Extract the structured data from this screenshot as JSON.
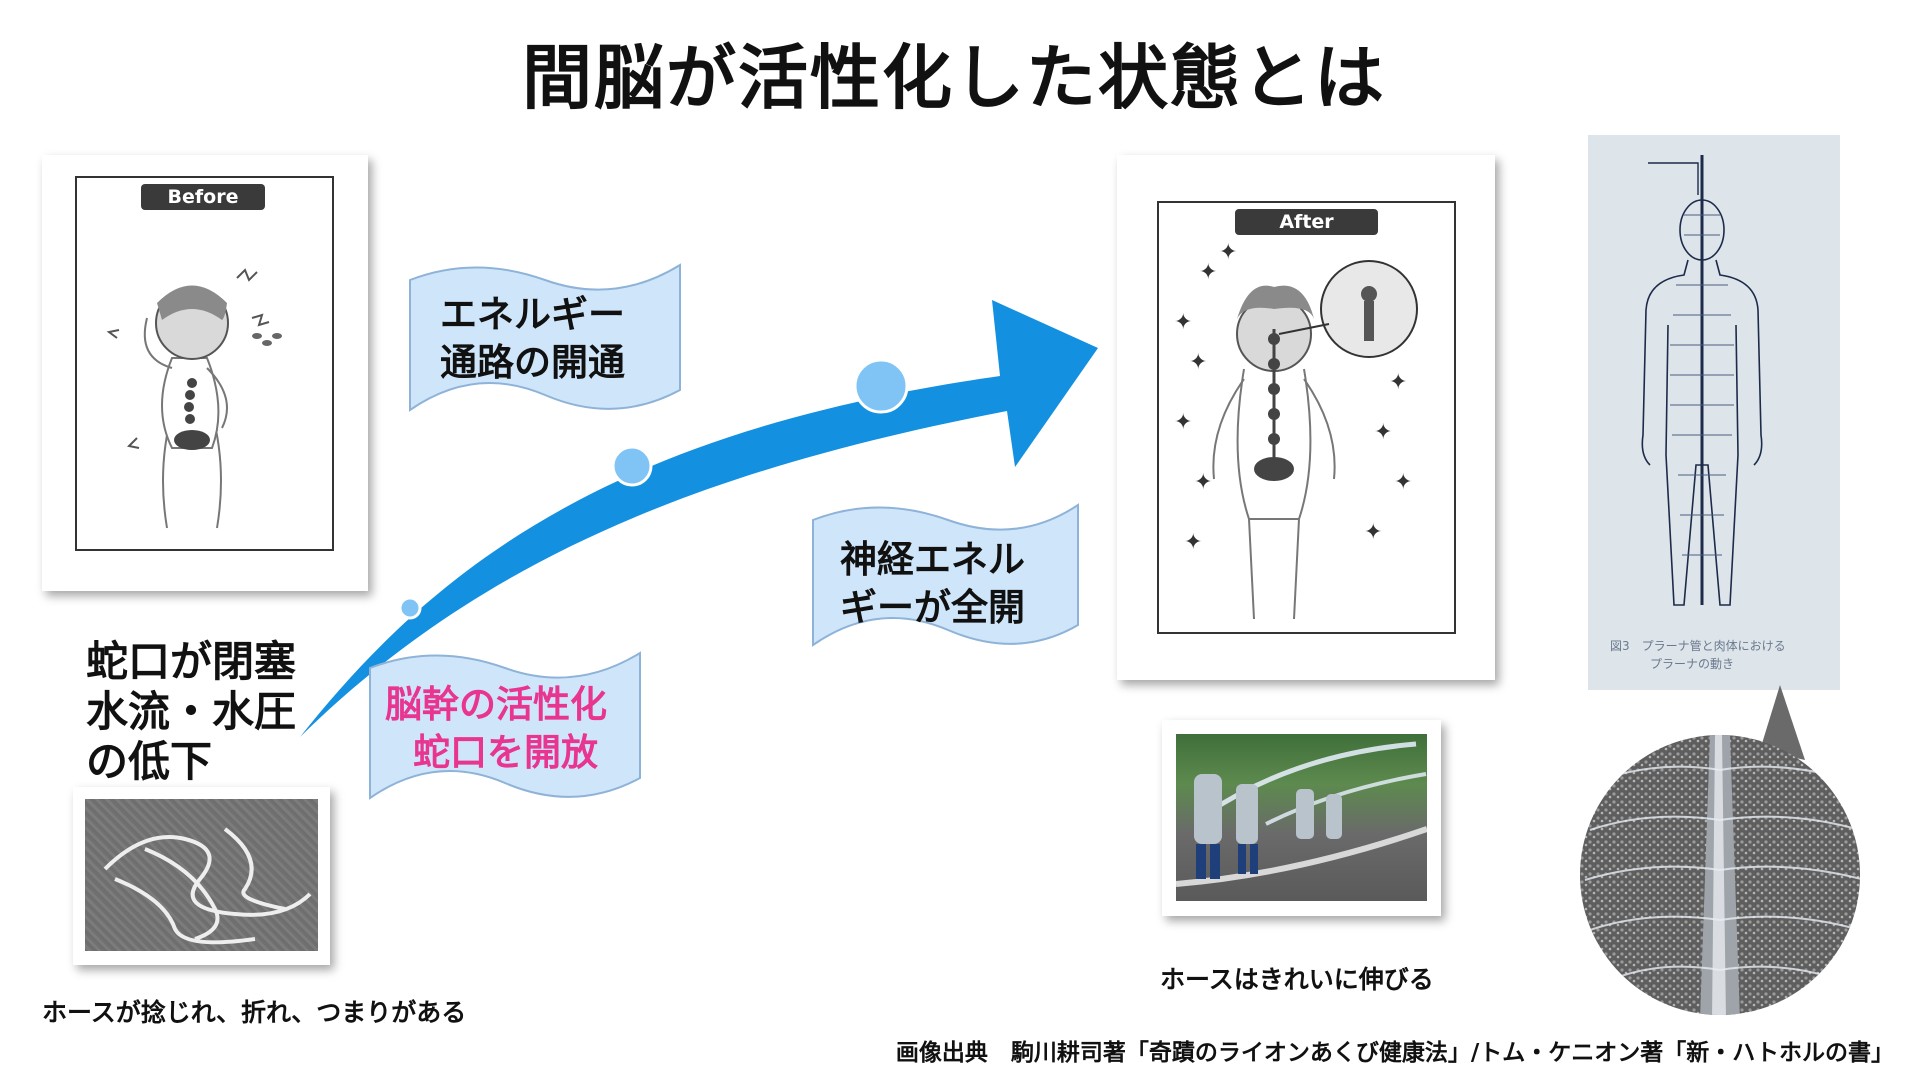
{
  "title": "間脳が活性化した状態とは",
  "before_panel": {
    "tag": "Before"
  },
  "after_panel": {
    "tag": "After"
  },
  "banners": {
    "energy_line1": "エネルギー",
    "energy_line2": "通路の開通",
    "nerve_line1": "神経エネル",
    "nerve_line2": "ギーが全開",
    "brainstem_line1": "脳幹の活性化",
    "brainstem_line2": "蛇口を開放"
  },
  "problem_text": {
    "line1": "蛇口が閉塞",
    "line2": "水流・水圧",
    "line3": "の低下"
  },
  "captions": {
    "before_hose": "ホースが捻じれ、折れ、つまりがある",
    "after_hose": "ホースはきれいに伸びる"
  },
  "figure_caption": {
    "line1": "図3　プラーナ管と肉体における",
    "line2": "プラーナの動き"
  },
  "credit": "画像出典　駒川耕司著「奇蹟のライオンあくび健康法」/トム・ケニオン著「新・ハトホルの書」",
  "colors": {
    "arrow": "#1390e0",
    "banner_fill": "#cfe6fa",
    "brainstem_text": "#e8358f"
  }
}
